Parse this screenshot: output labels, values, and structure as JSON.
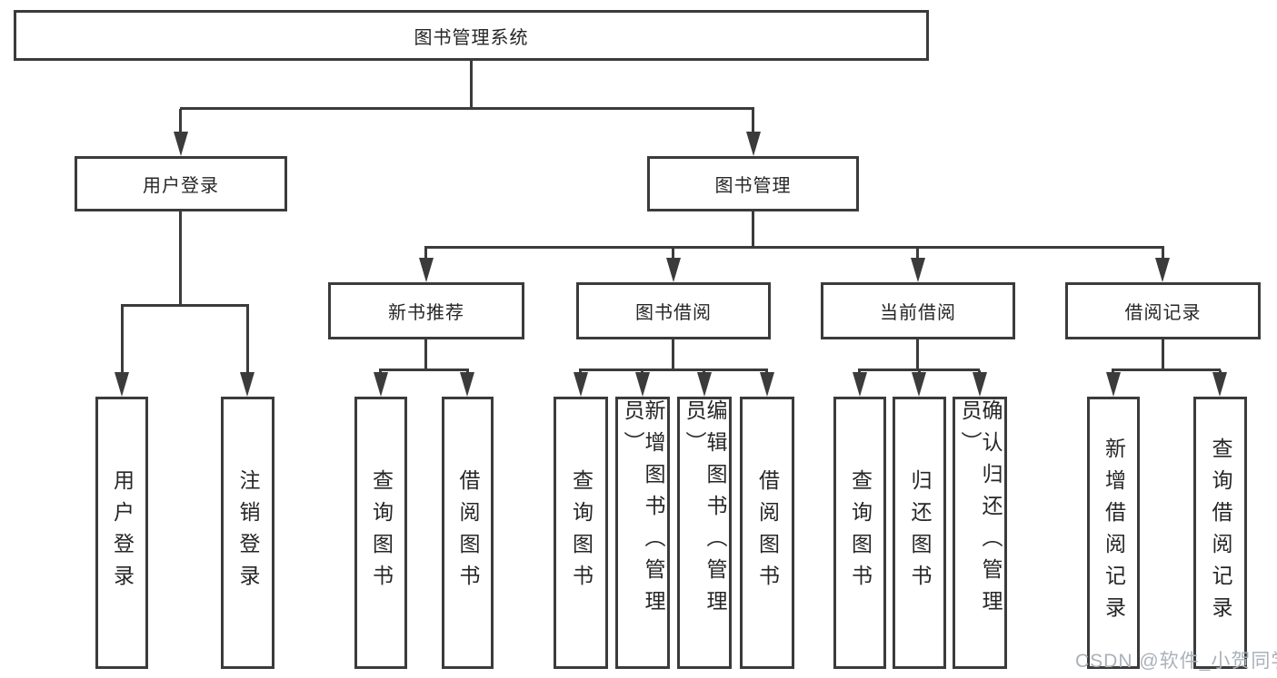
{
  "colors": {
    "line": "#3b3b3b",
    "text": "#262626",
    "watermark": "#aab1b9",
    "background": "#ffffff"
  },
  "watermark": {
    "text": "CSDN @软件_小贺同学"
  },
  "tree": {
    "root": {
      "label": "图书管理系统"
    },
    "branches": [
      {
        "label": "用户登录",
        "children": [
          {
            "label": "用户登录"
          },
          {
            "label": "注销登录"
          }
        ]
      },
      {
        "label": "图书管理",
        "sections": [
          {
            "label": "新书推荐",
            "children": [
              {
                "label": "查询图书"
              },
              {
                "label": "借阅图书"
              }
            ]
          },
          {
            "label": "图书借阅",
            "children": [
              {
                "label": "查询图书"
              },
              {
                "label": "新增图书（管理员）"
              },
              {
                "label": "编辑图书（管理员）"
              },
              {
                "label": "借阅图书"
              }
            ]
          },
          {
            "label": "当前借阅",
            "children": [
              {
                "label": "查询图书"
              },
              {
                "label": "归还图书"
              },
              {
                "label": "确认归还（管理员）"
              }
            ]
          },
          {
            "label": "借阅记录",
            "children": [
              {
                "label": "新增借阅记录"
              },
              {
                "label": "查询借阅记录"
              }
            ]
          }
        ]
      }
    ]
  }
}
